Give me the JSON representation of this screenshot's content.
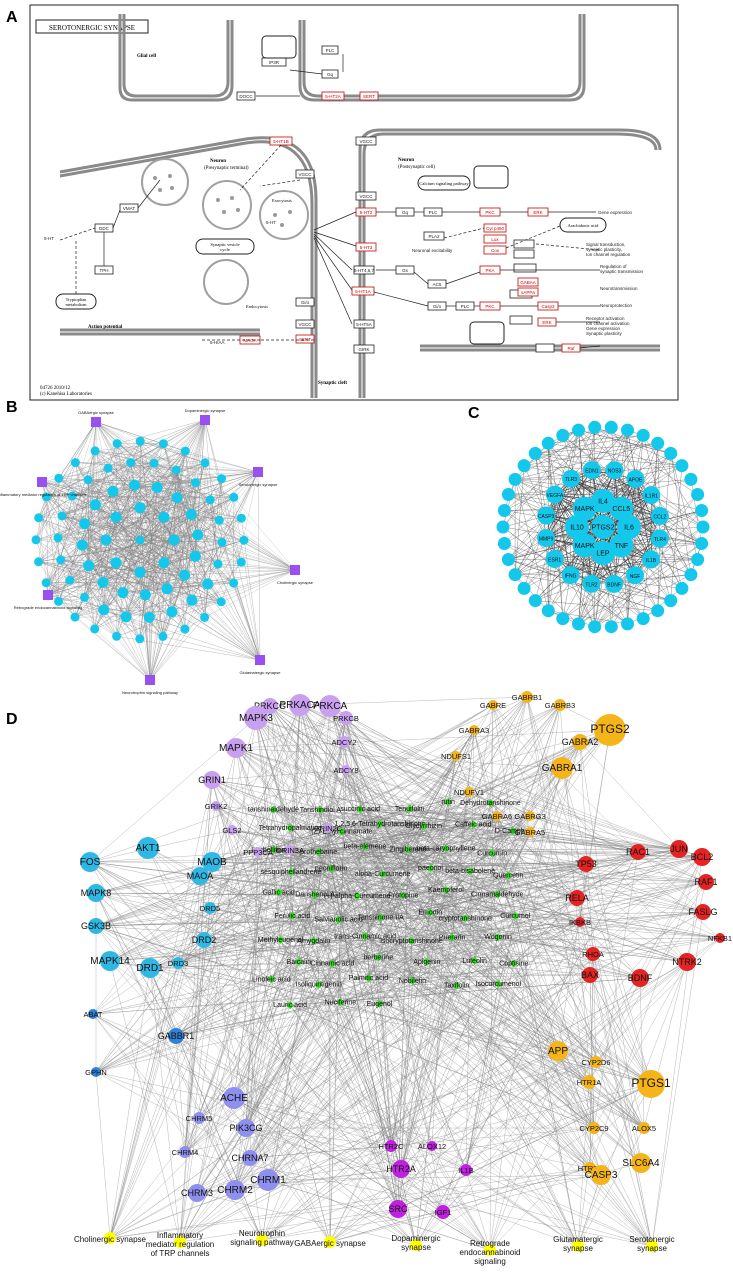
{
  "panels": {
    "a": {
      "letter": "A",
      "title": "SEROTONERGIC SYNAPSE",
      "footer1": "04726 2010/12",
      "footer2": "(c) Kanehisa Laboratories"
    },
    "b": {
      "letter": "B",
      "pathways": [
        "GABAergic synapse",
        "Dopaminergic synapse",
        "Serotonergic synapse",
        "Cholinergic synapse",
        "Glutamatergic synapse",
        "Neurotrophin signaling pathway",
        "Retrograde endocannabinoid signaling",
        "Inflammatory mediator regulation of TRP channels"
      ]
    },
    "c": {
      "letter": "C",
      "nodes": [
        "IL6",
        "TNF",
        "LEP",
        "MAPK",
        "IL10",
        "MAPK",
        "IL4",
        "CCL5",
        "PTGS2",
        "TLR4",
        "IL1B",
        "NGF",
        "BDNF",
        "TLR2",
        "IFNG",
        "ESR1",
        "MMP9",
        "CASP3",
        "VEGFA",
        "TLR3",
        "EDN1",
        "NOS3",
        "APOE",
        "IL1R1",
        "CCL2"
      ]
    },
    "d": {
      "letter": "D",
      "purple_top": [
        "PRKCG",
        "PRKACA",
        "PRKCA",
        "MAPK3",
        "PRKCB",
        "MAPK1",
        "ADCY2",
        "GRIN1",
        "ADCY8",
        "GRIK2",
        "GLS2",
        "PPP3CA",
        "GRIN3A",
        "GRIN2C"
      ],
      "orange_top": [
        "GABRE",
        "GABRB1",
        "GABRB3",
        "GABRA3",
        "PTGS2",
        "NDUFS1",
        "GABRA2",
        "NDUFV1",
        "GABRA1",
        "GABRG3",
        "GABRA6",
        "GABRA5"
      ],
      "cyan": [
        "AKT1",
        "MAOB",
        "FOS",
        "MAOA",
        "MAPK8",
        "DRD5",
        "GSK3B",
        "DRD2",
        "MAPK14",
        "DRD1",
        "DRD3"
      ],
      "red": [
        "RAC1",
        "JUN",
        "TP53",
        "BCL2",
        "RAF1",
        "RELA",
        "FASLG",
        "NFKB1",
        "IKBKB",
        "RHOA",
        "NTRK2",
        "BAX",
        "BDNF"
      ],
      "blue": [
        "ABAT",
        "GABBR1",
        "GPHN"
      ],
      "lavender": [
        "ACHE",
        "PIK3CG",
        "CHRM5",
        "CHRM4",
        "CHRNA7",
        "CHRM2",
        "CHRM1",
        "CHRM3"
      ],
      "magenta": [
        "HTR2C",
        "ALOX12",
        "HTR2A",
        "IL1B",
        "SRC",
        "IGF1"
      ],
      "orange_bottom": [
        "APP",
        "CYP2D6",
        "PTGS1",
        "HTR1A",
        "ALOX5",
        "CYP2C9",
        "SLC6A4",
        "HTR3A",
        "CASP3"
      ],
      "compounds": [
        "tanshinaldehyde",
        "Tanshindiol A",
        "succinic acid",
        "Tenuifolin",
        "rutin",
        "Dehydrotanshinone",
        "Tetrahydropalmatine",
        "(Z)-Ethyl cinnamate",
        "1,2,5,6-Tetrahydrotanshinone",
        "Glycyrrhizin",
        "Caffeic acid",
        "D-Camphor",
        "Umbelliferone",
        "prothebaine",
        "beta-elemene",
        "Zingiberene",
        "beta-caryophyllene",
        "Curcumin",
        "sesquiphellandrene",
        "peoniflorin",
        "alpha-Curcumene",
        "paeonol",
        "beta-bisabolene",
        "Quercetin",
        "Gallic acid",
        "Danshenol A",
        "(+)-alpha-Curcumene",
        "Protopine",
        "Kaempferol",
        "Cinnamaldehyde",
        "Ferulic acid",
        "Salvianolic acid",
        "Tanshinone IIA",
        "Emodin",
        "cryptotanshinone",
        "Curcumol",
        "Methyleugenol",
        "Amygdalin",
        "trans-Cinnamic acid",
        "Isocryptotanshinone",
        "Puerarin",
        "Wogonin",
        "Baicalin",
        "Cinnamic acid",
        "berberine",
        "Apigenin",
        "Luteolin",
        "Coptisine",
        "Linoleic acid",
        "Isoliquiritigenin",
        "Palmitic acid",
        "Nobiletin",
        "Taxifolin",
        "Isocurcumenol",
        "Lauric acid",
        "Nuciferine",
        "Eugenol"
      ],
      "pathways": [
        "Cholinergic synapse",
        "Inflammatory mediator regulation of TRP channels",
        "Neurotrophin signaling pathway",
        "GABAergic synapse",
        "Dopaminergic synapse",
        "Retrograde endocannabinoid signaling",
        "Glutamatergic synapse",
        "Serotonergic synapse"
      ]
    }
  },
  "colors": {
    "purple": "#c9a0f0",
    "orange": "#f5b418",
    "cyan": "#2fb8e4",
    "red": "#e52323",
    "blue": "#2f82d6",
    "lavender": "#8f8ff0",
    "magenta": "#c020e0",
    "green": "#33dd22",
    "yellow": "#ffff00",
    "c_node": "#14c8ec",
    "b_square": "#9a4ff0"
  }
}
